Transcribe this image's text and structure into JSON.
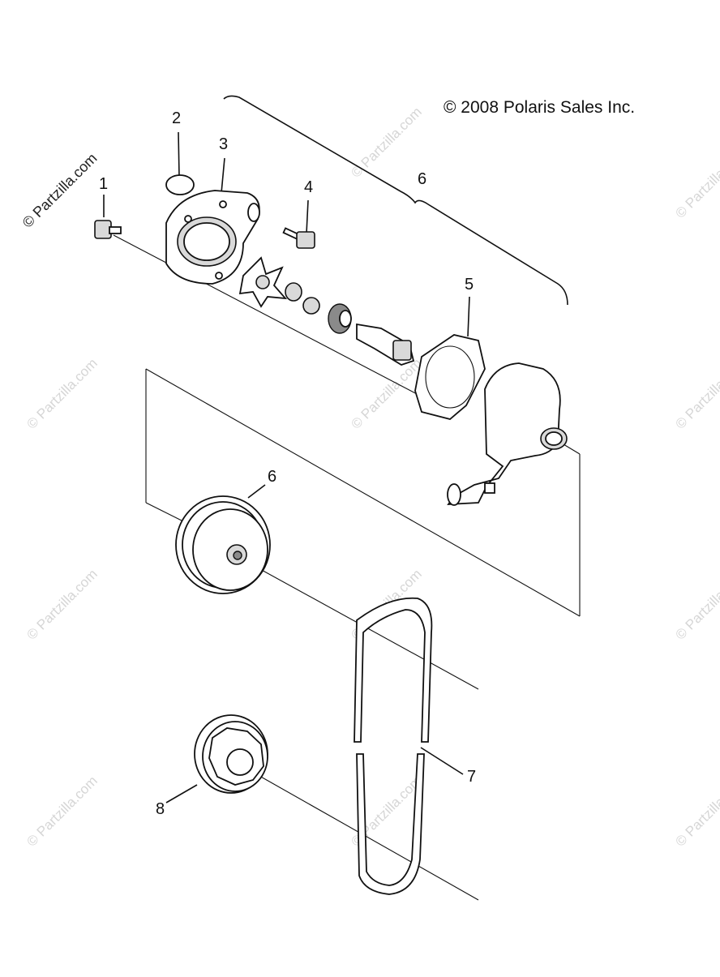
{
  "copyright": "© 2008 Polaris Sales Inc.",
  "watermark": "© Partzilla.com",
  "callouts": [
    "1",
    "2",
    "3",
    "4",
    "5",
    "6",
    "6",
    "7",
    "8"
  ]
}
